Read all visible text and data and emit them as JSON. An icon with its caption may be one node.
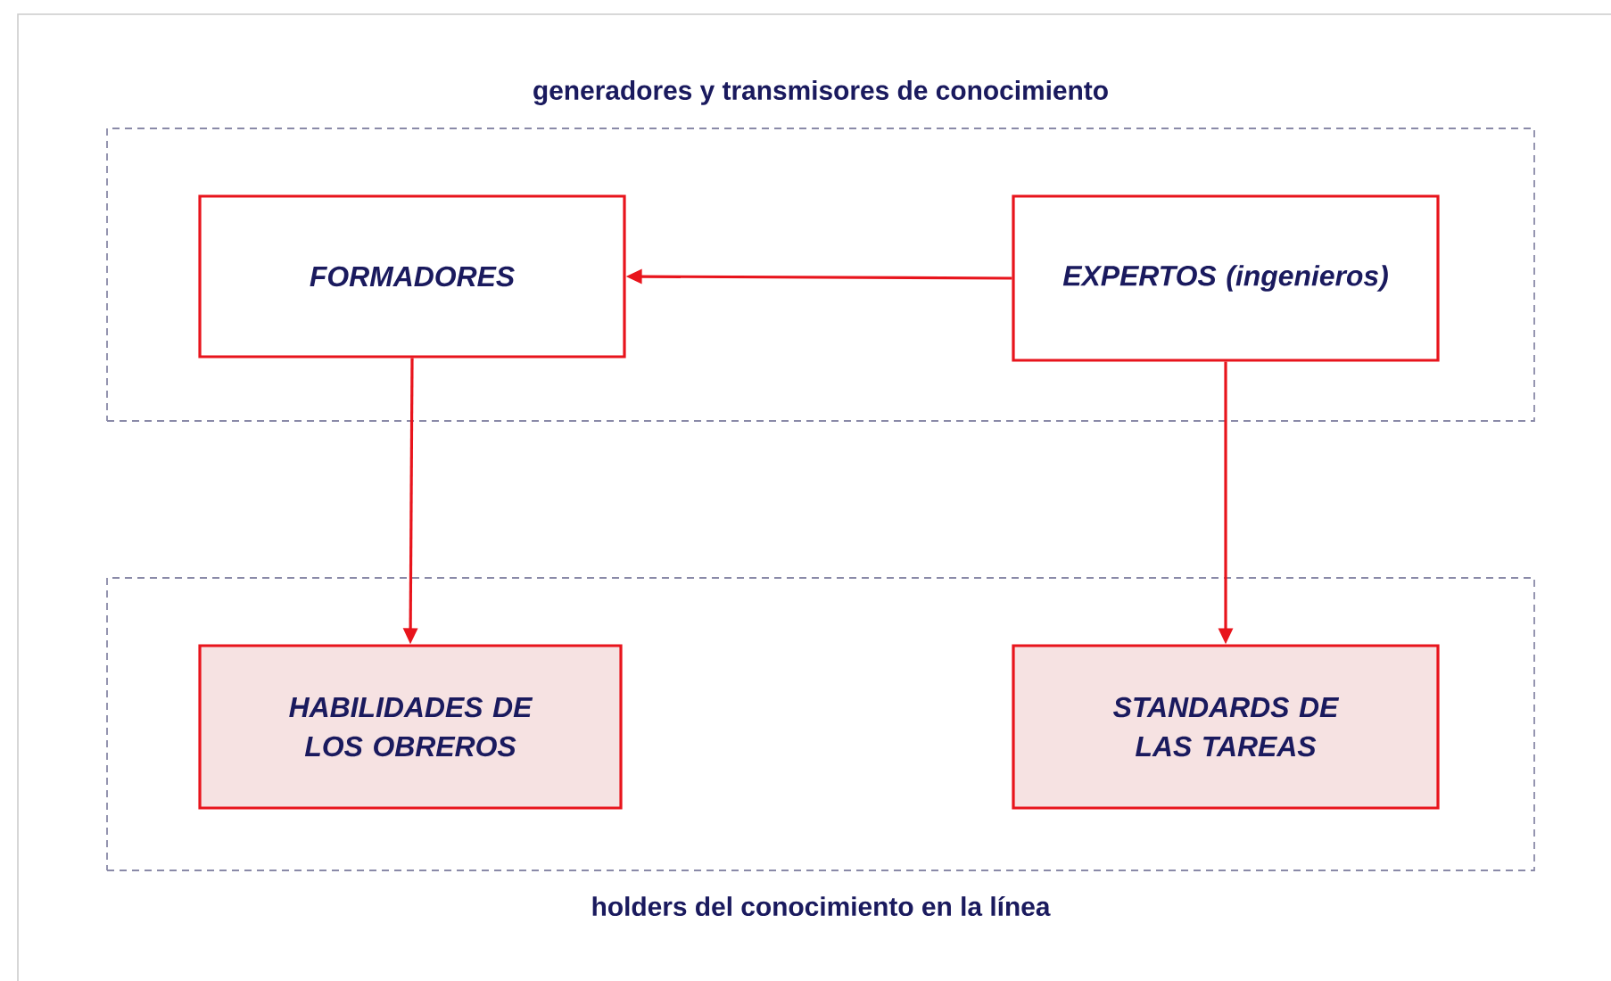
{
  "diagram": {
    "nodes": [
      {
        "text": [
          "generadores y transmisores de conocimiento"
        ]
      },
      {
        "text": [
          "FORMADORES"
        ],
        "in": 0
      },
      {
        "text": [
          "EXPERTOS (ingenieros)"
        ],
        "in": 0
      },
      {
        "text": [
          "holders del conocimiento en la línea"
        ]
      },
      {
        "text": [
          "HABILIDADES DE LOS OBREROS"
        ],
        "in": 3
      },
      {
        "text": [
          "STANDARDS DE LAS TAREAS"
        ],
        "in": 3
      }
    ],
    "edges": [
      {
        "from": 2,
        "to": 1,
        "arrow": "to"
      },
      {
        "from": 1,
        "to": 4,
        "arrow": "to"
      },
      {
        "from": 2,
        "to": 5,
        "arrow": "to"
      }
    ]
  }
}
